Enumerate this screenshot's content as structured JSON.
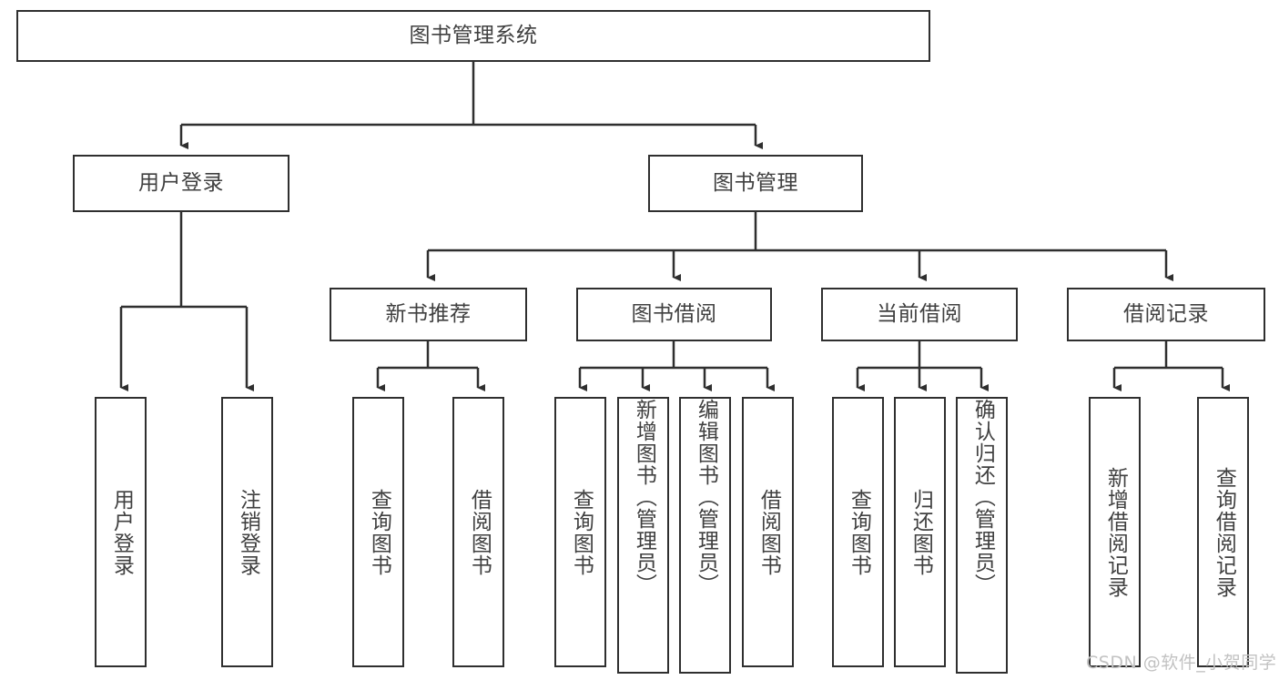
{
  "diagram": {
    "type": "hierarchy-tree",
    "title": "图书管理系统",
    "root": {
      "id": "root",
      "label": "图书管理系统"
    },
    "level2": [
      {
        "id": "user-login",
        "label": "用户登录"
      },
      {
        "id": "book-manage",
        "label": "图书管理"
      }
    ],
    "level3": [
      {
        "id": "new-book-recommend",
        "label": "新书推荐",
        "parent": "book-manage"
      },
      {
        "id": "book-borrow",
        "label": "图书借阅",
        "parent": "book-manage"
      },
      {
        "id": "current-borrow",
        "label": "当前借阅",
        "parent": "book-manage"
      },
      {
        "id": "borrow-record",
        "label": "借阅记录",
        "parent": "book-manage"
      }
    ],
    "leaves": [
      {
        "id": "leaf-user-login",
        "label": "用户登录",
        "parent": "user-login"
      },
      {
        "id": "leaf-logout-login",
        "label": "注销登录",
        "parent": "user-login"
      },
      {
        "id": "leaf-query-book-1",
        "label": "查询图书",
        "parent": "new-book-recommend"
      },
      {
        "id": "leaf-borrow-book-1",
        "label": "借阅图书",
        "parent": "new-book-recommend"
      },
      {
        "id": "leaf-query-book-2",
        "label": "查询图书",
        "parent": "book-borrow"
      },
      {
        "id": "leaf-add-book-admin",
        "label": "新增图书（管理员）",
        "parent": "book-borrow"
      },
      {
        "id": "leaf-edit-book-admin",
        "label": "编辑图书（管理员）",
        "parent": "book-borrow"
      },
      {
        "id": "leaf-borrow-book-2",
        "label": "借阅图书",
        "parent": "book-borrow"
      },
      {
        "id": "leaf-query-book-3",
        "label": "查询图书",
        "parent": "current-borrow"
      },
      {
        "id": "leaf-return-book",
        "label": "归还图书",
        "parent": "current-borrow"
      },
      {
        "id": "leaf-confirm-return-admin",
        "label": "确认归还（管理员）",
        "parent": "current-borrow"
      },
      {
        "id": "leaf-add-borrow-record",
        "label": "新增借阅记录",
        "parent": "borrow-record"
      },
      {
        "id": "leaf-query-borrow-record",
        "label": "查询借阅记录",
        "parent": "borrow-record"
      }
    ],
    "colors": {
      "line": "#2f2f2f",
      "text": "#404040",
      "background": "#ffffff",
      "watermark": "#c2c2c2"
    }
  },
  "watermark": {
    "text": "CSDN @软件_小贺同学"
  }
}
